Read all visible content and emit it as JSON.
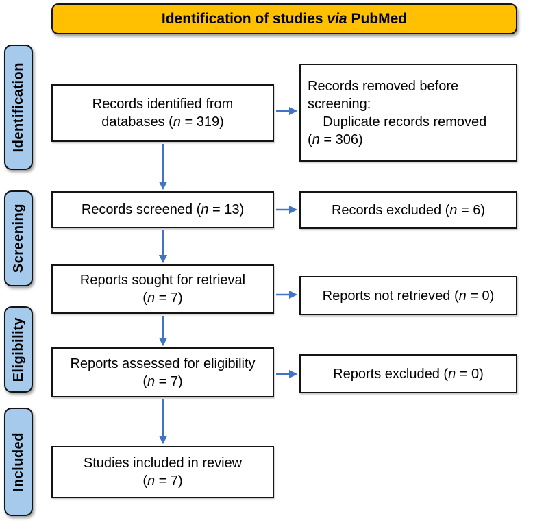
{
  "title": {
    "pre": "Identification of studies ",
    "italic": "via",
    "post": " PubMed"
  },
  "n_symbol": "n",
  "sidebar": {
    "items": [
      {
        "label": "Identification"
      },
      {
        "label": "Screening"
      },
      {
        "label": "Eligibility"
      },
      {
        "label": "Included"
      }
    ]
  },
  "flow": {
    "identified": {
      "pre": "Records identified from\ndatabases (",
      "post": " = 319)"
    },
    "removed": {
      "pre": "Records removed before\nscreening:\n    Duplicate records removed\n(",
      "post": " = 306)"
    },
    "screened": {
      "pre": "Records screened (",
      "post": " = 13)"
    },
    "records_excluded": {
      "pre": "Records excluded (",
      "post": " = 6)"
    },
    "sought": {
      "pre": "Reports sought for retrieval\n(",
      "post": " = 7)"
    },
    "not_retrieved": {
      "pre": "Reports not retrieved (",
      "post": " = 0)"
    },
    "assessed": {
      "pre": "Reports assessed for eligibility\n(",
      "post": " = 7)"
    },
    "reports_excluded": {
      "pre": "Reports excluded (",
      "post": " = 0)"
    },
    "included": {
      "pre": "Studies included in review\n(",
      "post": " = 7)"
    }
  },
  "counts": {
    "records_identified": 319,
    "duplicate_records_removed": 306,
    "records_screened": 13,
    "records_excluded": 6,
    "reports_sought": 7,
    "reports_not_retrieved": 0,
    "reports_assessed": 7,
    "reports_excluded": 0,
    "studies_included": 7
  },
  "colors": {
    "banner_bg": "#FFC001",
    "phase_tab_bg": "#A6CAEC",
    "arrow": "#4472C4",
    "box_border": "#141414",
    "box_bg": "#FFFFFF"
  }
}
